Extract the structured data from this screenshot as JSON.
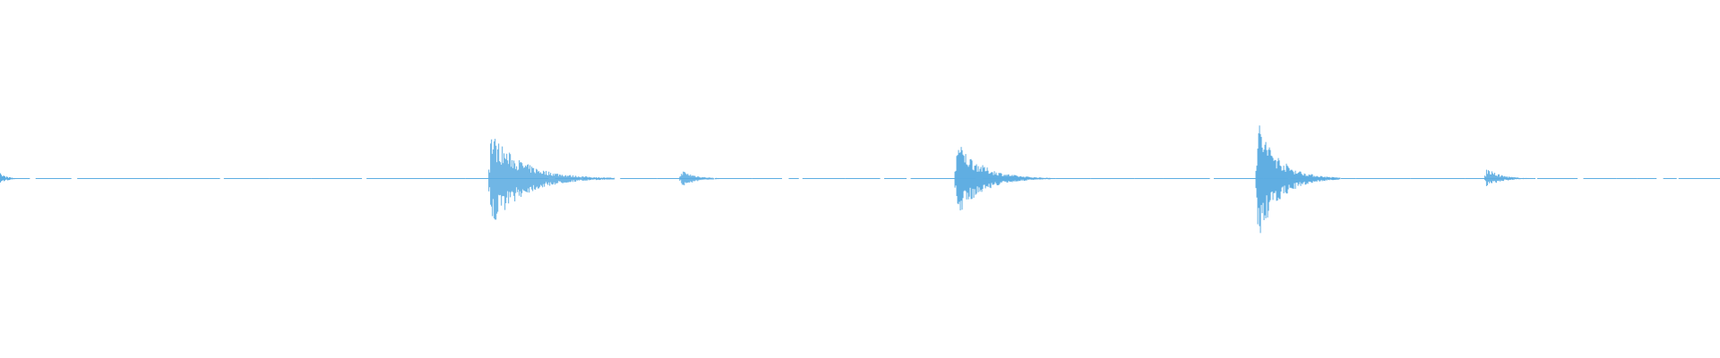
{
  "chart_data": {
    "type": "waveform",
    "title": "",
    "xlabel": "",
    "ylabel": "",
    "ylim": [
      -1,
      1
    ],
    "grid": false,
    "color": "#5dade2",
    "background": "#ffffff",
    "baseline_level": 0.003,
    "events": [
      {
        "t": 0.0,
        "amp_pos": 0.03,
        "amp_neg": 0.03,
        "decay": 0.004
      },
      {
        "t": 0.285,
        "amp_pos": 0.27,
        "amp_neg": 0.28,
        "decay": 0.018
      },
      {
        "t": 0.396,
        "amp_pos": 0.05,
        "amp_neg": 0.05,
        "decay": 0.008
      },
      {
        "t": 0.556,
        "amp_pos": 0.22,
        "amp_neg": 0.22,
        "decay": 0.014
      },
      {
        "t": 0.731,
        "amp_pos": 0.34,
        "amp_neg": 0.36,
        "decay": 0.012
      },
      {
        "t": 0.864,
        "amp_pos": 0.06,
        "amp_neg": 0.05,
        "decay": 0.008
      }
    ]
  }
}
